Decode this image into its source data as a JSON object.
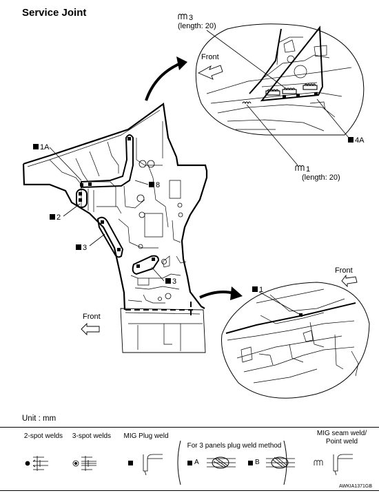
{
  "title": "Service Joint",
  "callouts": {
    "c3_count": "3",
    "c3_length": "(length: 20)",
    "c1_count": "1",
    "c1_length": "(length: 20)",
    "c4a": "4A",
    "c1a": "1A",
    "c8": "8",
    "c2": "2",
    "c3_left": "3",
    "c3_lower": "3",
    "c1_lower": "1",
    "front_top": "Front",
    "front_left": "Front",
    "front_lower": "Front"
  },
  "unit": "Unit : mm",
  "legend": {
    "two_spot": "2-spot welds",
    "three_spot": "3-spot welds",
    "mig_plug": "MIG Plug weld",
    "three_panels": "For 3 panels plug weld method",
    "label_a": "A",
    "label_b": "B",
    "mig_seam": "MIG seam weld/\nPoint weld"
  },
  "doc_code": "AWKIA1371GB"
}
